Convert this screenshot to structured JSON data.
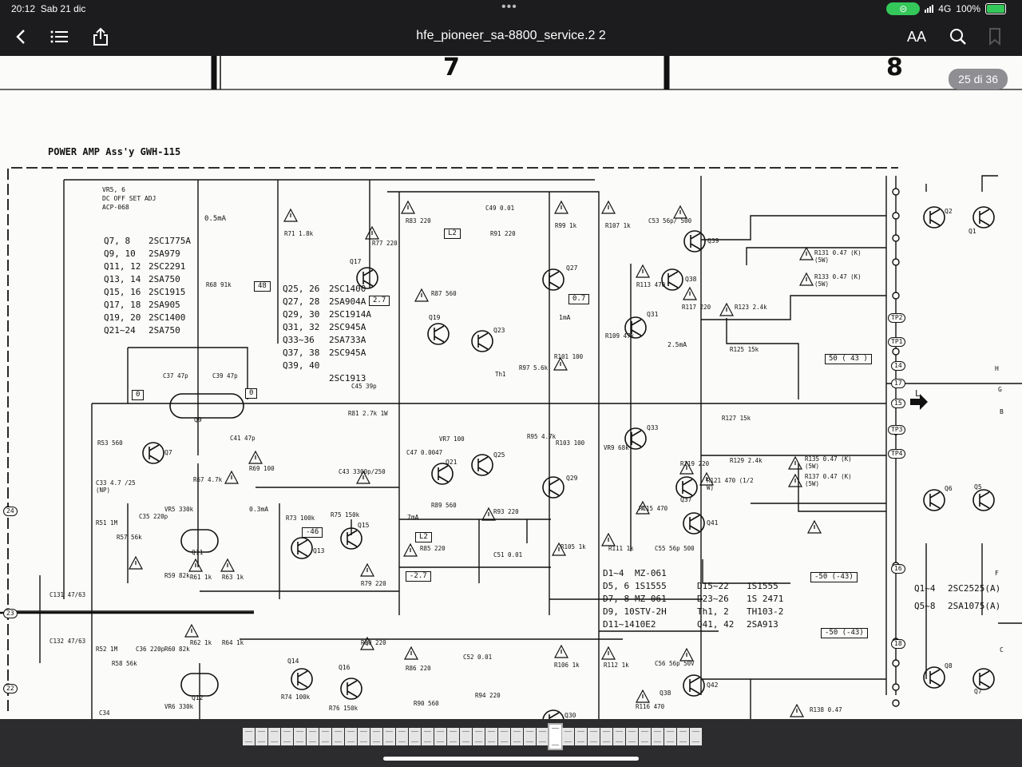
{
  "status": {
    "time": "20:12",
    "date": "Sab 21 dic",
    "network": "4G",
    "battery": "100%"
  },
  "navbar": {
    "title": "hfe_pioneer_sa-8800_service.2 2",
    "text_size_label": "AA"
  },
  "page_indicator": "25 di 36",
  "schematic": {
    "column_7": "7",
    "column_8": "8",
    "title": "POWER AMP Ass'y GWH-115",
    "vr_note": [
      "VR5, 6",
      "DC OFF SET ADJ",
      "ACP-068"
    ],
    "current_top": "0.5mA",
    "transistor_list_left": [
      [
        "Q7, 8",
        "2SC1775A"
      ],
      [
        "Q9, 10",
        "2SA979"
      ],
      [
        "Q11, 12",
        "2SC2291"
      ],
      [
        "Q13, 14",
        "2SA750"
      ],
      [
        "Q15, 16",
        "2SC1915"
      ],
      [
        "Q17, 18",
        "2SA905"
      ],
      [
        "Q19, 20",
        "2SC1400"
      ],
      [
        "Q21~24",
        "2SA750"
      ]
    ],
    "transistor_list_right": [
      [
        "Q25, 26",
        "2SC1400"
      ],
      [
        "Q27, 28",
        "2SA904A"
      ],
      [
        "Q29, 30",
        "2SC1914A"
      ],
      [
        "Q31, 32",
        "2SC945A"
      ],
      [
        "Q33~36",
        "2SA733A"
      ],
      [
        "Q37, 38",
        "2SC945A"
      ],
      [
        "Q39, 40",
        ""
      ],
      [
        "",
        "2SC1913"
      ]
    ],
    "diode_list": [
      [
        "D1~4",
        "MZ-061"
      ],
      [
        "D5, 6",
        "1S1555"
      ],
      [
        "D7, 8",
        "MZ-061"
      ],
      [
        "D9, 10",
        "STV-2H"
      ],
      [
        "D11~14",
        "10E2"
      ]
    ],
    "diode_list_2": [
      [
        "D15~22",
        "1S1555"
      ],
      [
        "D23~26",
        "1S 2471"
      ],
      [
        "Th1, 2",
        "TH103-2"
      ],
      [
        "Q41, 42",
        "2SA913"
      ]
    ],
    "output_list": [
      [
        "Q1~4",
        "2SC2525(A)"
      ],
      [
        "Q5~8",
        "2SA1075(A)"
      ]
    ],
    "boxed_values": [
      "48",
      "2.7",
      "0.7",
      "L2",
      "-46",
      "L2",
      "-2.7",
      "50 ( 43 )",
      "-50 (-43)",
      "-50 (-43)",
      "0",
      "0"
    ],
    "labels": {
      "q2": "Q2",
      "q1": "Q1",
      "q39": "Q39",
      "q38": "Q38",
      "q31": "Q31",
      "q27": "Q27",
      "q17": "Q17",
      "q19": "Q19",
      "q23": "Q23",
      "q21": "Q21",
      "q25": "Q25",
      "q29": "Q29",
      "q33": "Q33",
      "q37": "Q37",
      "q41": "Q41",
      "q42": "Q42",
      "q6": "Q6",
      "q5": "Q5",
      "q8": "Q8",
      "q7b": "Q7",
      "q7": "Q7",
      "q9": "Q9",
      "q11": "Q11",
      "q12": "Q12",
      "q13": "Q13",
      "q15": "Q15",
      "q14": "Q14",
      "q16": "Q16",
      "q38b": "Q38",
      "q30": "Q30",
      "tp1": "TP1",
      "tp2": "TP2",
      "tp3": "TP3",
      "tp4": "TP4",
      "n14": "14",
      "n17": "17",
      "n15": "15",
      "n16": "16",
      "n18": "18",
      "n24": "24",
      "n23": "23",
      "n22": "22",
      "out_l": "L",
      "side_h": "H",
      "side_g": "G",
      "side_b": "B",
      "side_f": "F",
      "side_c": "C",
      "cur_25": "2.5mA",
      "cur_03": "0.3mA",
      "cur_1": "1mA",
      "cur_7": "7mA"
    },
    "resistors": {
      "r71": "R71 1.8k",
      "r83": "R83 220",
      "r77": "R77 220",
      "r91": "R91 220",
      "r99": "R99 1k",
      "r107": "R107 1k",
      "c53": "C53 56p/ 500",
      "r131": "R131 0.47 (K) (5W)",
      "r133": "R133 0.47 (K) (5W)",
      "r113": "R113 470",
      "r117": "R117 220",
      "r123": "R123 2.4k",
      "r125": "R125 15k",
      "r87": "R87 560",
      "r109": "R109 47k",
      "r101": "R101 100",
      "th1": "Th1",
      "r97": "R97 5.6k",
      "r68": "R68 91k",
      "c37": "C37 47p",
      "c39": "C39 47p",
      "c45": "C45 39p",
      "r81": "R81 2.7k 1W",
      "r53": "R53 560",
      "c41": "C41 47p",
      "r69": "R69 100",
      "r67": "R67 4.7k",
      "c47": "C47 0.0047",
      "vr7": "VR7 100",
      "r95": "R95 4.7k",
      "r103": "R103 100",
      "vr9": "VR9 68k",
      "r127": "R127 15k",
      "r129": "R129 2.4k",
      "r119": "R119 220",
      "r135": "R135 0.47 (K) (5W)",
      "r137": "R137 0.47 (K) (5W)",
      "c43": "C43 3300p/250",
      "r121": "R121 470 (1/2 W)",
      "c33": "C33 4.7 /25 (NP)",
      "c35": "C35 220p",
      "vr5": "VR5 330k",
      "r51": "R51 1M",
      "r57": "R57 56k",
      "r73": "R73 100k",
      "r75": "R75 150k",
      "r89": "R89 560",
      "r93": "R93 220",
      "r115": "R115 470",
      "r85": "R85 220",
      "c51": "C51 0.01",
      "r105": "R105 1k",
      "r111": "R111 1k",
      "c55": "C55 56p 500",
      "r59": "R59 82k",
      "r61": "R61 1k",
      "r63": "R63 1k",
      "r79": "R79 220",
      "c131": "C131 47/63",
      "c132": "C132 47/63",
      "r52": "R52 1M",
      "r58": "R58 56k",
      "c36": "C36 220p",
      "r60": "R60 82k",
      "r62": "R62 1k",
      "r64": "R64 1k",
      "r80": "R80 220",
      "r86": "R86 220",
      "c52": "C52 0.01",
      "r106": "R106 1k",
      "r112": "R112 1k",
      "c56": "C56 56p 50V",
      "r74": "R74 100k",
      "r76": "R76 150k",
      "r90": "R90 560",
      "r94": "R94 220",
      "r116": "R116 470",
      "r138": "R138 0.47",
      "vr6": "VR6 330k",
      "c34": "C34",
      "c49": "C49 0.01"
    }
  },
  "icons": [
    "back-icon",
    "list-icon",
    "share-icon",
    "text-size-icon",
    "search-icon",
    "bookmark-icon"
  ],
  "colors": {
    "bar": "#1c1c1e",
    "page": "#fbfbf9",
    "pill": "#8e8e93",
    "accent_green": "#34c759"
  }
}
